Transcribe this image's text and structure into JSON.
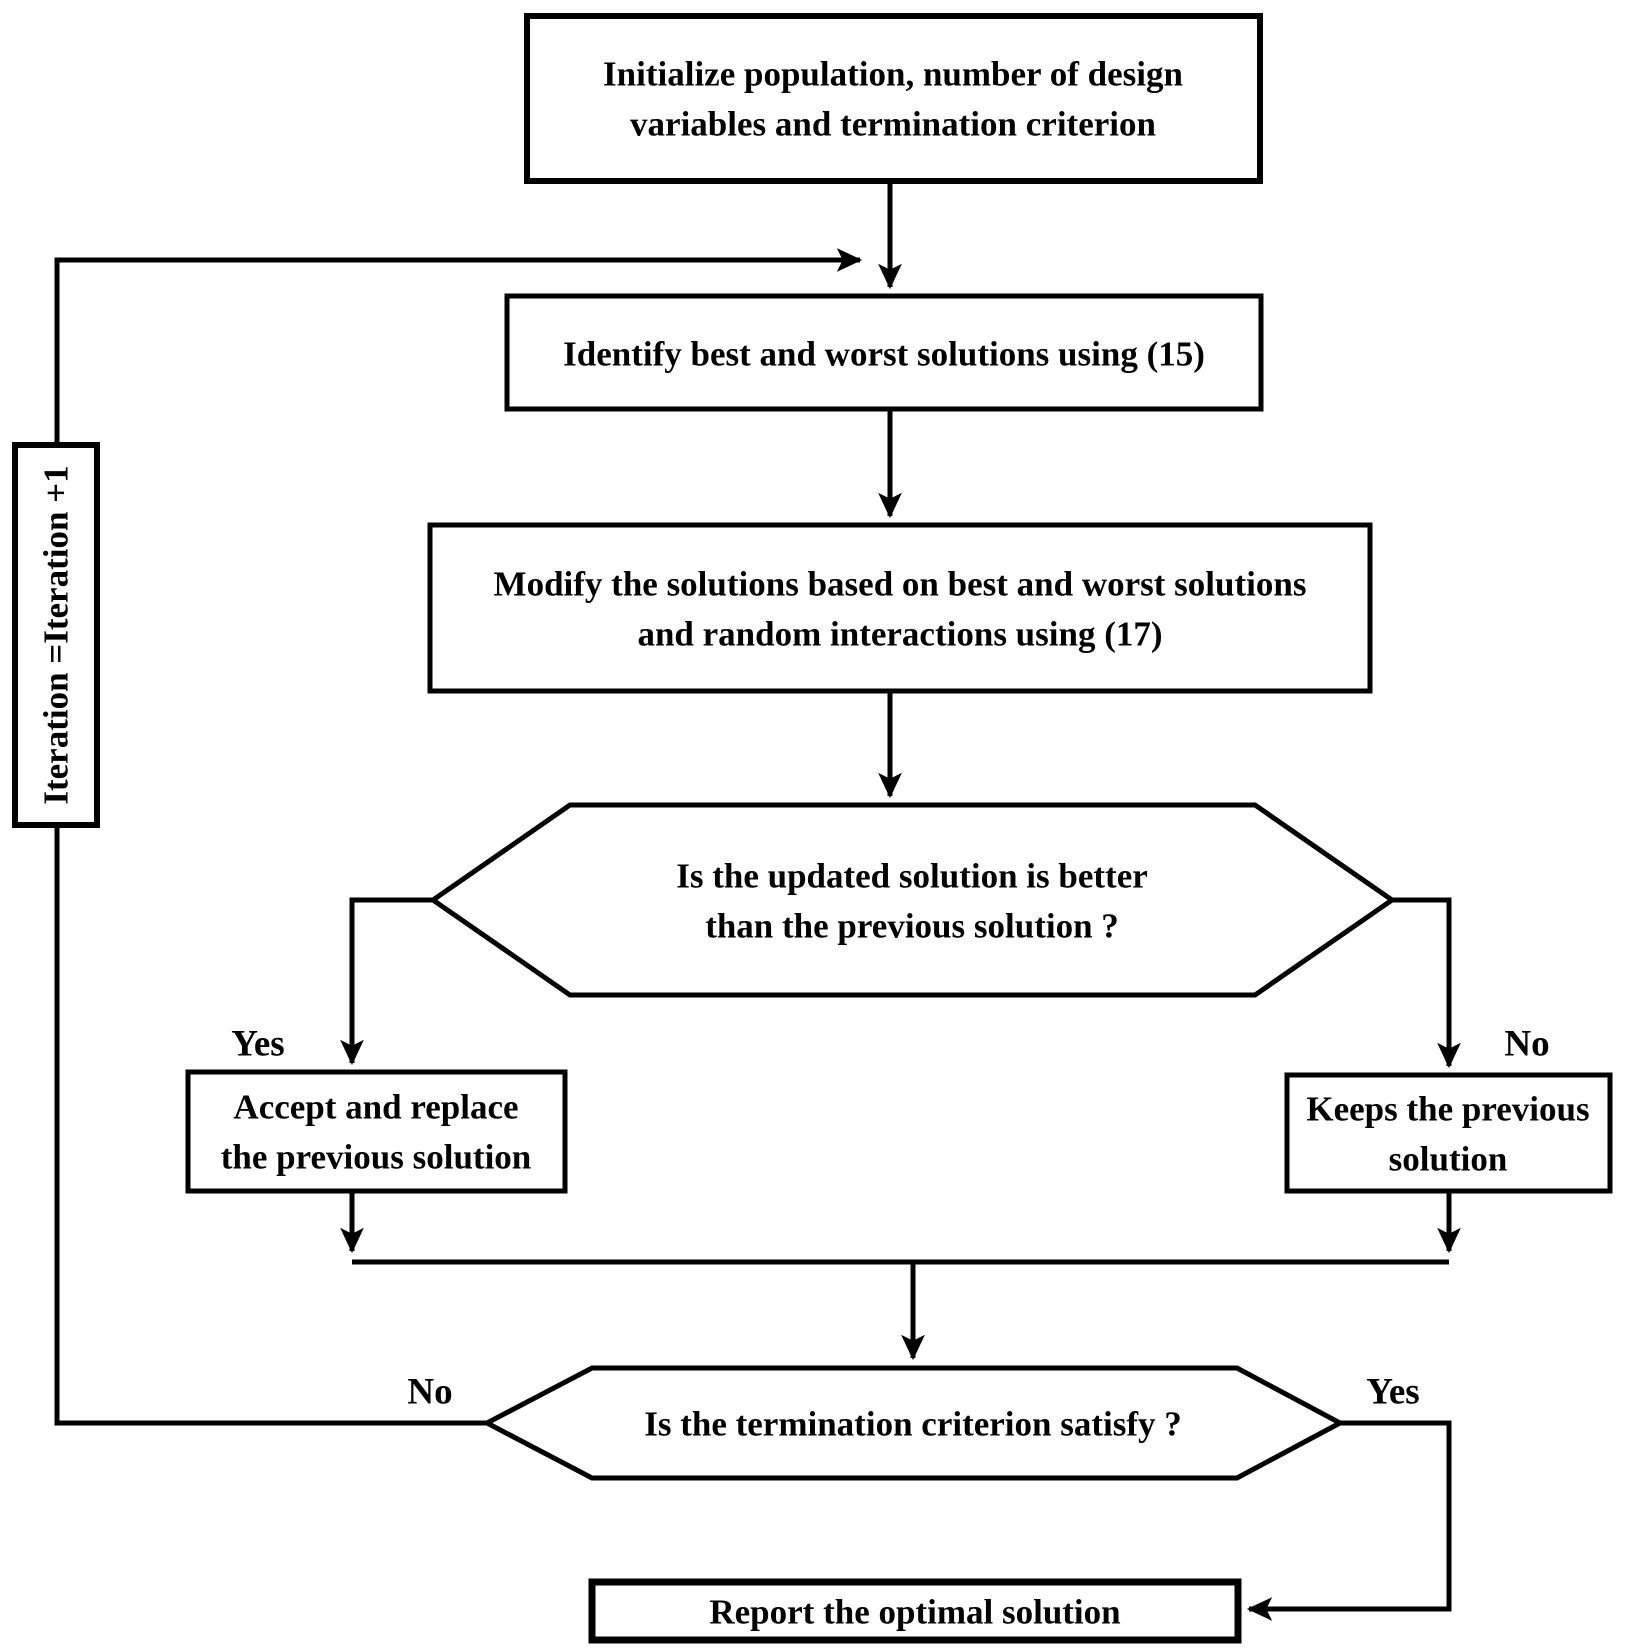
{
  "diagram": {
    "type": "flowchart",
    "colors": {
      "stroke": "#000000",
      "background": "#ffffff",
      "text": "#000000"
    },
    "nodes": {
      "init": {
        "shape": "rectangle",
        "lines": [
          "Initialize population, number of design",
          "variables and termination criterion"
        ]
      },
      "identify": {
        "shape": "rectangle",
        "lines": [
          "Identify best and worst solutions using (15)"
        ]
      },
      "modify": {
        "shape": "rectangle",
        "lines": [
          "Modify the solutions based on best and worst solutions",
          "and random interactions using (17)"
        ]
      },
      "decision_better": {
        "shape": "hexagon",
        "lines": [
          "Is the updated solution is better",
          "than the previous solution ?"
        ]
      },
      "accept": {
        "shape": "rectangle",
        "lines": [
          "Accept and replace",
          "the previous solution"
        ]
      },
      "keep": {
        "shape": "rectangle",
        "lines": [
          "Keeps the previous",
          "solution"
        ]
      },
      "decision_termination": {
        "shape": "hexagon",
        "lines": [
          "Is the termination criterion satisfy ?"
        ]
      },
      "report": {
        "shape": "rectangle",
        "lines": [
          "Report the optimal solution"
        ]
      },
      "iteration_counter": {
        "shape": "rectangle-rotated",
        "lines": [
          "Iteration =Iteration +1"
        ]
      }
    },
    "edge_labels": {
      "better_yes": "Yes",
      "better_no": "No",
      "termination_no": "No",
      "termination_yes": "Yes"
    }
  }
}
